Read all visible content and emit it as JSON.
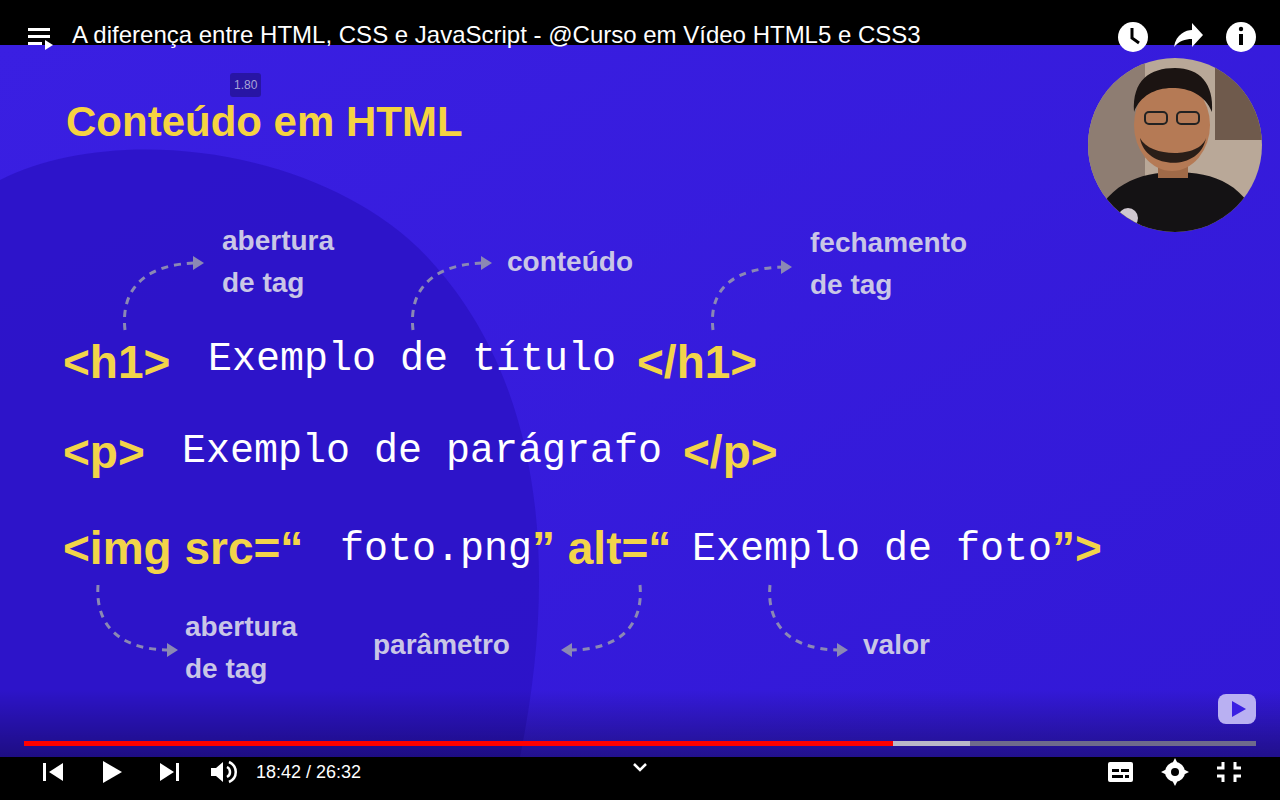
{
  "diagram": {
    "title": "Conteúdo em HTML",
    "labels": [
      "A diferença entre HTML, CSS e JavaScript - @Curso em Vídeo HTML5 e CSS3",
      "1.80",
      "abertura de tag",
      "conteúdo",
      "fechamento de tag",
      "<h1>",
      "Exemplo de título",
      "</h1>",
      "<p>",
      "Exemplo de parágrafo",
      "</p>",
      "<img src=“",
      "foto.png",
      "” alt=“",
      "Exemplo de foto",
      "”>",
      "abertura de tag",
      "parâmetro",
      "valor",
      "18:42 / 26:32"
    ]
  }
}
